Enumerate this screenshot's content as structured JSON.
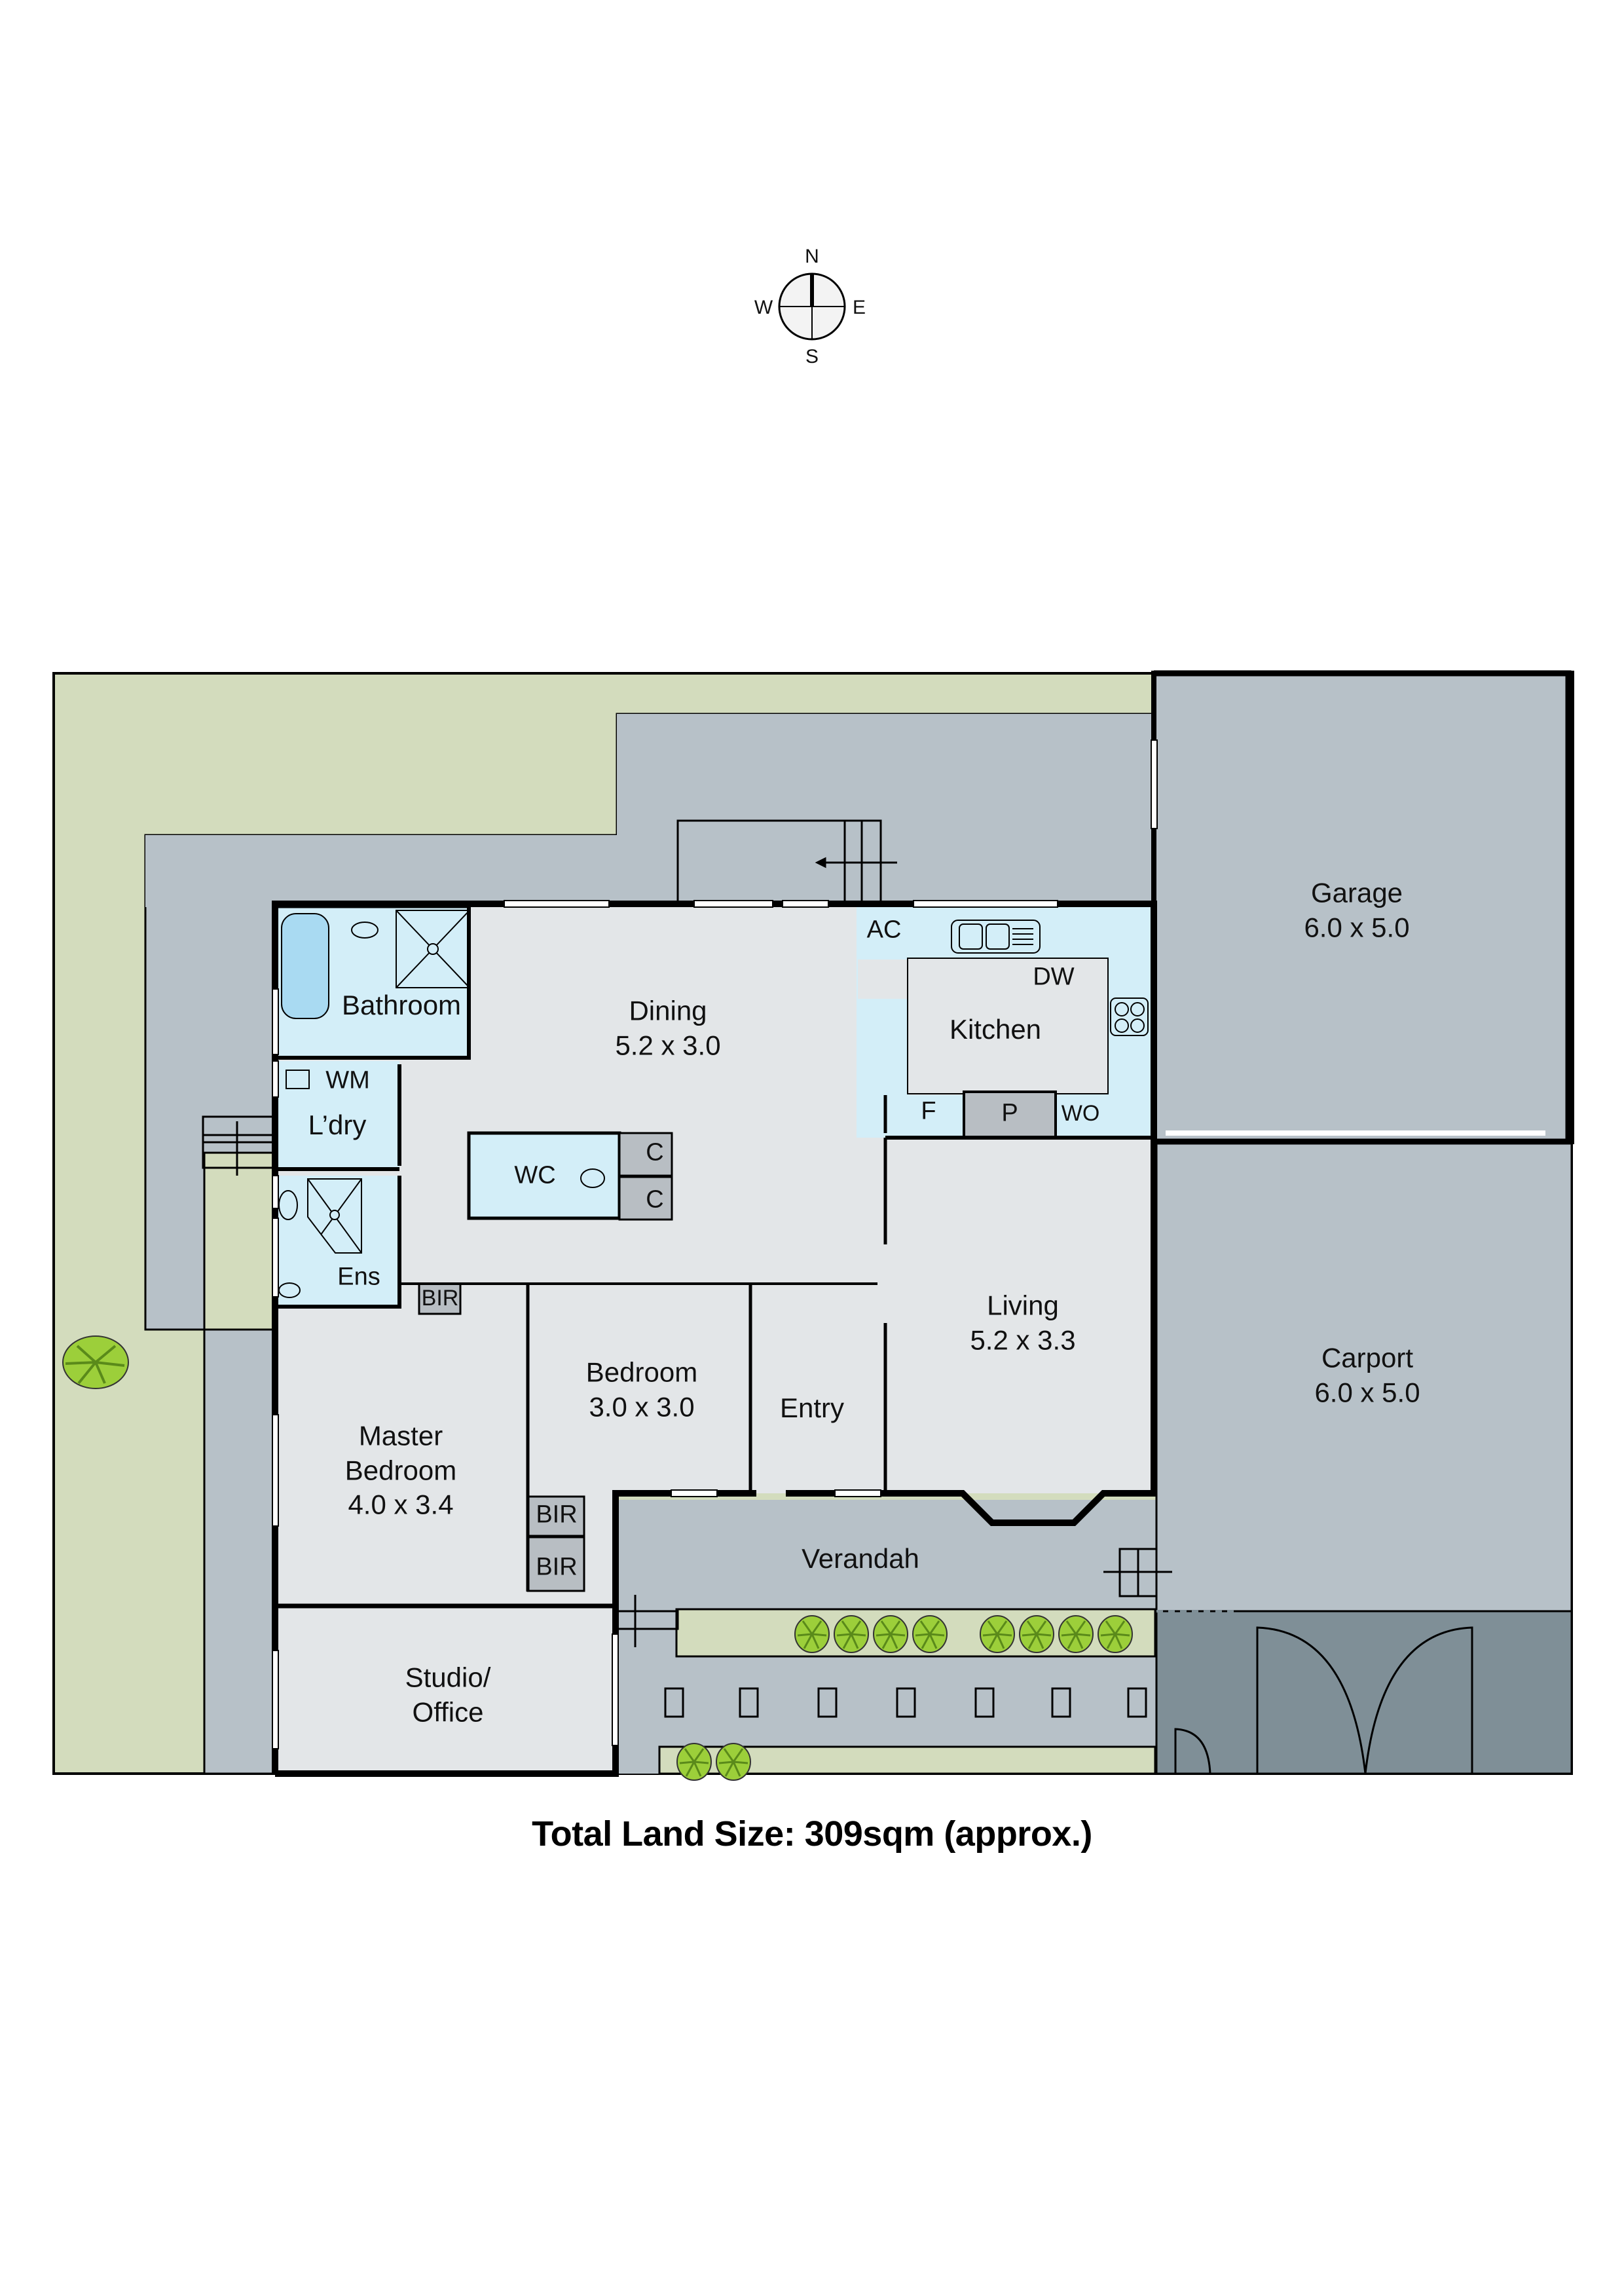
{
  "compass": {
    "north": "N",
    "south": "S",
    "east": "E",
    "west": "W"
  },
  "rooms": {
    "bathroom": {
      "name": "Bathroom"
    },
    "wm": {
      "name": "WM"
    },
    "laundry": {
      "name": "L’dry"
    },
    "ensuite": {
      "name": "Ens"
    },
    "wc": {
      "name": "WC"
    },
    "cupboard_1": {
      "name": "C"
    },
    "cupboard_2": {
      "name": "C"
    },
    "dining": {
      "name": "Dining",
      "size": "5.2 x 3.0"
    },
    "kitchen": {
      "name": "Kitchen"
    },
    "ac": {
      "name": "AC"
    },
    "dw": {
      "name": "DW"
    },
    "fridge": {
      "name": "F"
    },
    "pantry": {
      "name": "P"
    },
    "wall_oven": {
      "name": "WO"
    },
    "garage": {
      "name": "Garage",
      "size": "6.0 x 5.0"
    },
    "living": {
      "name": "Living",
      "size": "5.2 x 3.3"
    },
    "carport": {
      "name": "Carport",
      "size": "6.0 x 5.0"
    },
    "bir_hall": {
      "name": "BIR"
    },
    "bedroom": {
      "name": "Bedroom",
      "size": "3.0 x 3.0"
    },
    "entry": {
      "name": "Entry"
    },
    "master_bedroom": {
      "name_line1": "Master",
      "name_line2": "Bedroom",
      "size": "4.0 x 3.4"
    },
    "bir_master_1": {
      "name": "BIR"
    },
    "bir_master_2": {
      "name": "BIR"
    },
    "verandah": {
      "name": "Verandah"
    },
    "studio": {
      "name_line1": "Studio/",
      "name_line2": "Office"
    }
  },
  "footer": {
    "land_size": "Total Land Size: 309sqm (approx.)"
  },
  "colors": {
    "garden": "#d3dcbd",
    "paving": "#b7c1c8",
    "interior": "#e3e6e8",
    "wet_area": "#d3eef8",
    "cupboard": "#b8bec3",
    "driveway": "#7f8f97",
    "plant": "#9ccf3a",
    "wall": "#000000",
    "bath_tub": "#a9daf2"
  }
}
